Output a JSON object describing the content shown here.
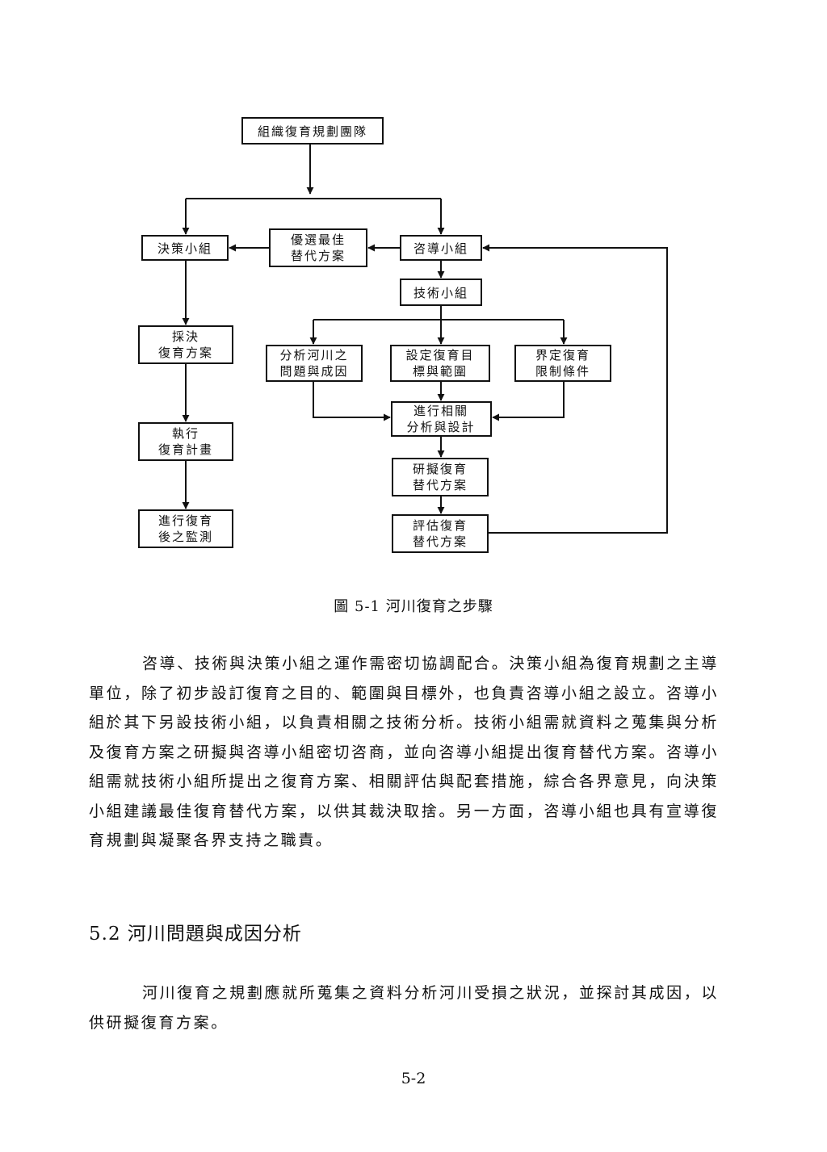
{
  "flowchart": {
    "nodes": {
      "organize_team": [
        "組織復育規劃團隊"
      ],
      "decision_group": [
        "決策小組"
      ],
      "best_alternative": [
        "優選最佳",
        "替代方案"
      ],
      "advisory_group": [
        "咨導小組"
      ],
      "technical_group": [
        "技術小組"
      ],
      "adopt_plan": [
        "採決",
        "復育方案"
      ],
      "analyze_problems": [
        "分析河川之",
        "問題與成因"
      ],
      "set_goals": [
        "設定復育目",
        "標與範圍"
      ],
      "define_constraints": [
        "界定復育",
        "限制條件"
      ],
      "execute_plan": [
        "執行",
        "復育計畫"
      ],
      "related_analysis": [
        "進行相關",
        "分析與設計"
      ],
      "draft_alternatives": [
        "研擬復育",
        "替代方案"
      ],
      "monitoring": [
        "進行復育",
        "後之監測"
      ],
      "evaluate_alternatives": [
        "評估復育",
        "替代方案"
      ]
    }
  },
  "figure": {
    "caption": "圖 5-1 河川復育之步驟"
  },
  "body": {
    "paragraph_1": "咨導、技術與決策小組之運作需密切協調配合。決策小組為復育規劃之主導單位，除了初步設訂復育之目的、範圍與目標外，也負責咨導小組之設立。咨導小組於其下另設技術小組，以負責相關之技術分析。技術小組需就資料之蒐集與分析及復育方案之研擬與咨導小組密切咨商，並向咨導小組提出復育替代方案。咨導小組需就技術小組所提出之復育方案、相關評估與配套措施，綜合各界意見，向決策小組建議最佳復育替代方案，以供其裁決取捨。另一方面，咨導小組也具有宣導復育規劃與凝聚各界支持之職責。",
    "section_heading": "5.2 河川問題與成因分析",
    "paragraph_2": "河川復育之規劃應就所蒐集之資料分析河川受損之狀況，並探討其成因，以供研擬復育方案。"
  },
  "footer": {
    "page_number": "5-2"
  }
}
